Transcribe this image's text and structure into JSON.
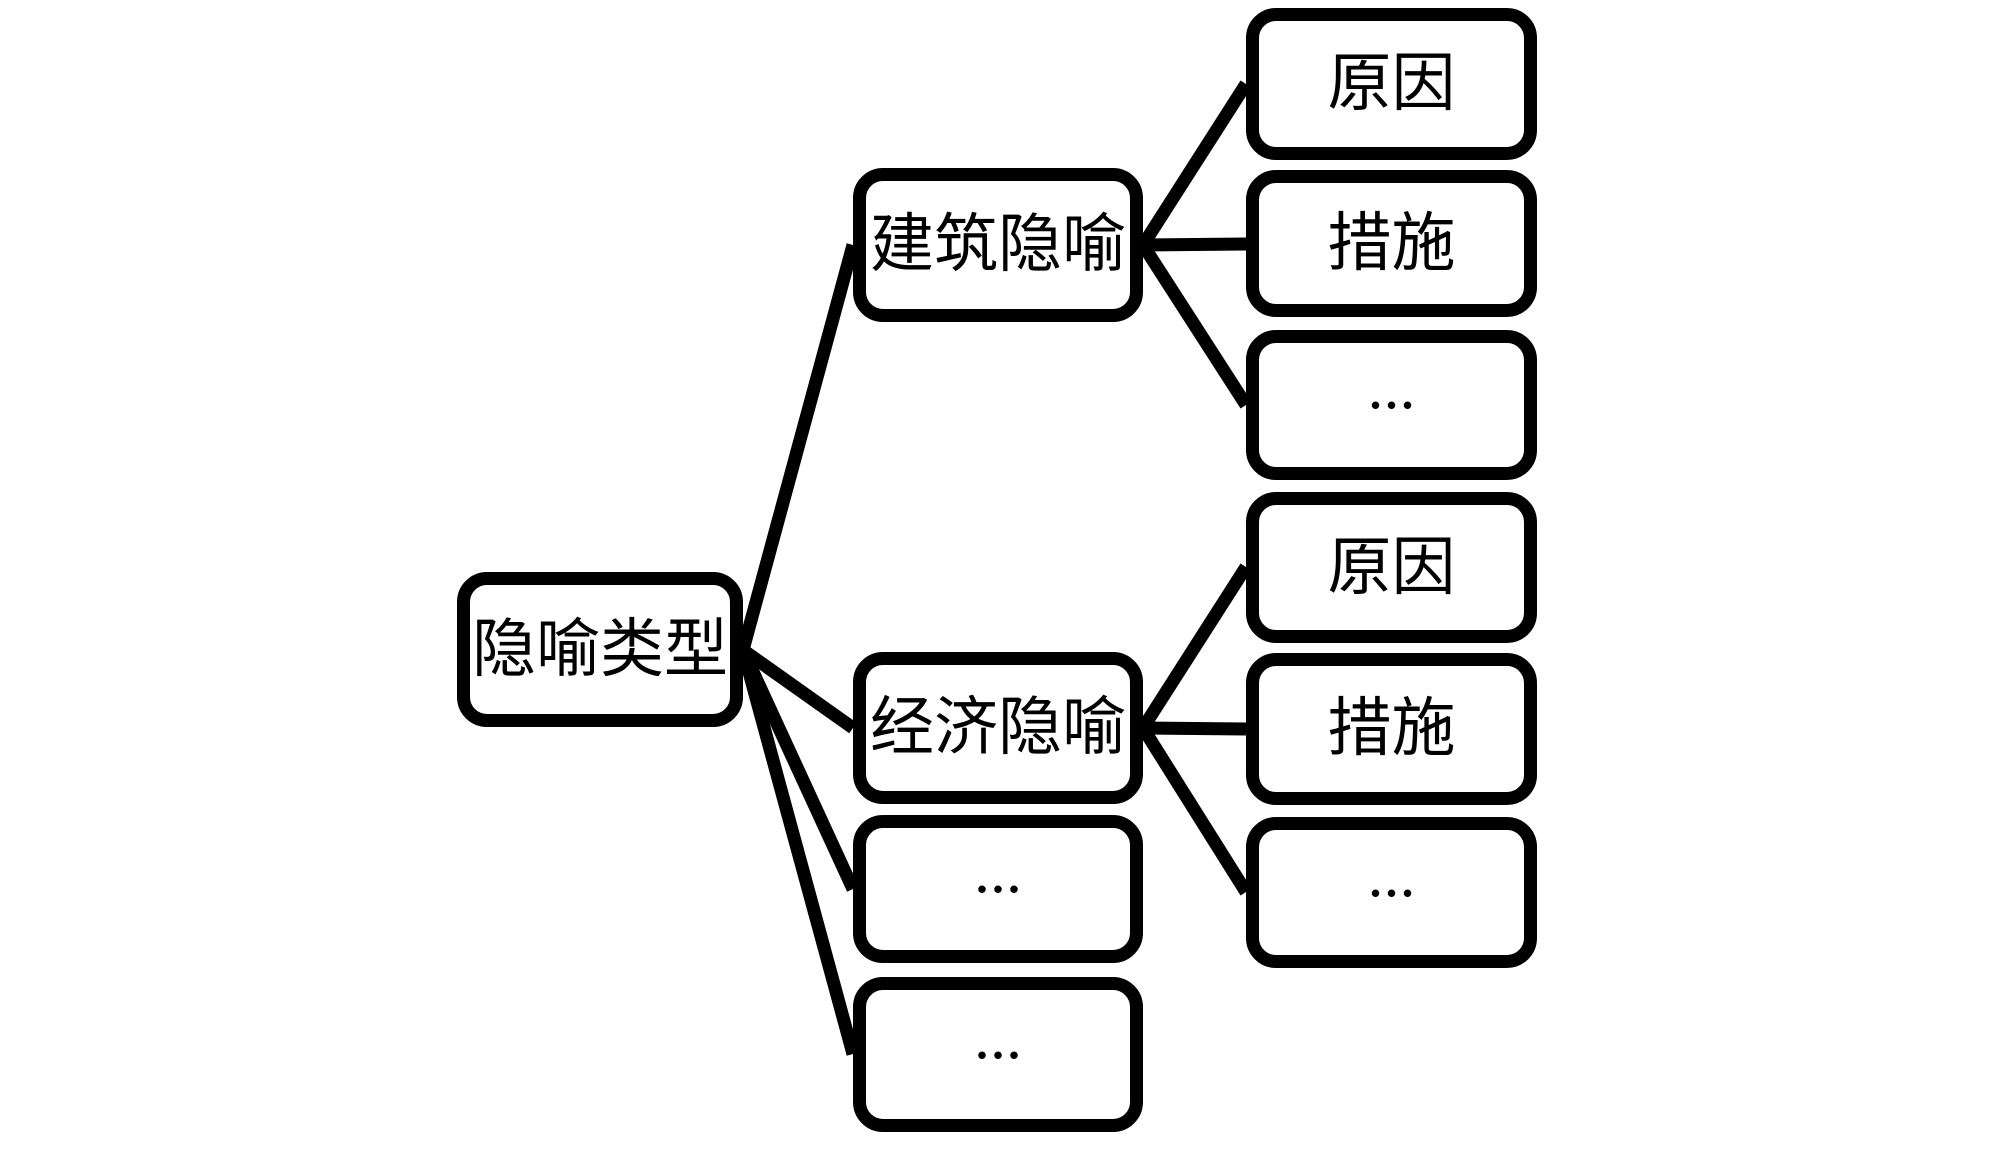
{
  "diagram": {
    "type": "tree",
    "root": {
      "label": "隐喻类型"
    },
    "branches": [
      {
        "label": "建筑隐喻",
        "children": [
          {
            "label": "原因"
          },
          {
            "label": "措施"
          },
          {
            "label": "..."
          }
        ]
      },
      {
        "label": "经济隐喻",
        "children": [
          {
            "label": "原因"
          },
          {
            "label": "措施"
          },
          {
            "label": "..."
          }
        ]
      },
      {
        "label": "..."
      },
      {
        "label": "..."
      }
    ],
    "colors": {
      "node_border": "#000000",
      "node_fill": "#ffffff",
      "connector": "#000000",
      "text": "#000000",
      "background": "#ffffff"
    }
  }
}
